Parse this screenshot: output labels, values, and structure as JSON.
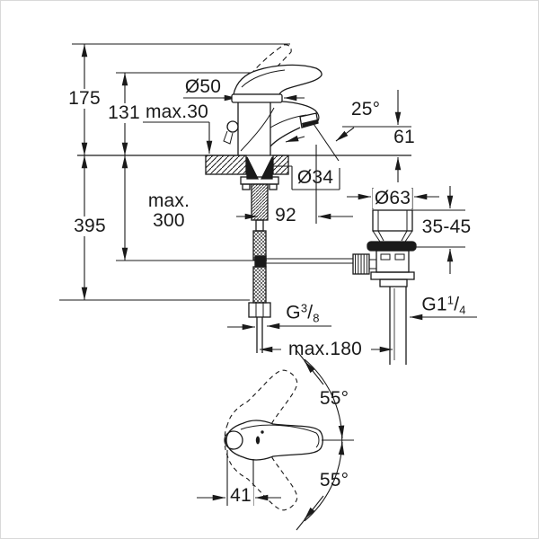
{
  "drawing_title": "faucet-installation-dimension-drawing",
  "colors": {
    "line": "#1a1a1a",
    "background": "#ffffff",
    "frame": "#d9d9d9"
  },
  "dimensions": {
    "total_height": "175",
    "spout_height": "131",
    "deck_thickness_max": "max.30",
    "base_diameter": "Ø50",
    "outlet_angle": "25°",
    "outlet_height": "61",
    "hole_diameter": "Ø34",
    "hose_reach_max_line1": "max.",
    "hose_reach_max_line2": "300",
    "supply_length": "395",
    "spout_projection": "92",
    "waste_diameter": "Ø63",
    "waste_deck_range": "35-45",
    "supply_thread": {
      "base": "G",
      "sup": "3",
      "slash": "/",
      "sub": "8"
    },
    "waste_thread": {
      "base": "G1",
      "sup": "1",
      "slash": "/",
      "sub": "4"
    },
    "span_max": "max.180",
    "handle_swing_upper": "55°",
    "handle_swing_lower": "55°",
    "handle_offset": "41"
  }
}
